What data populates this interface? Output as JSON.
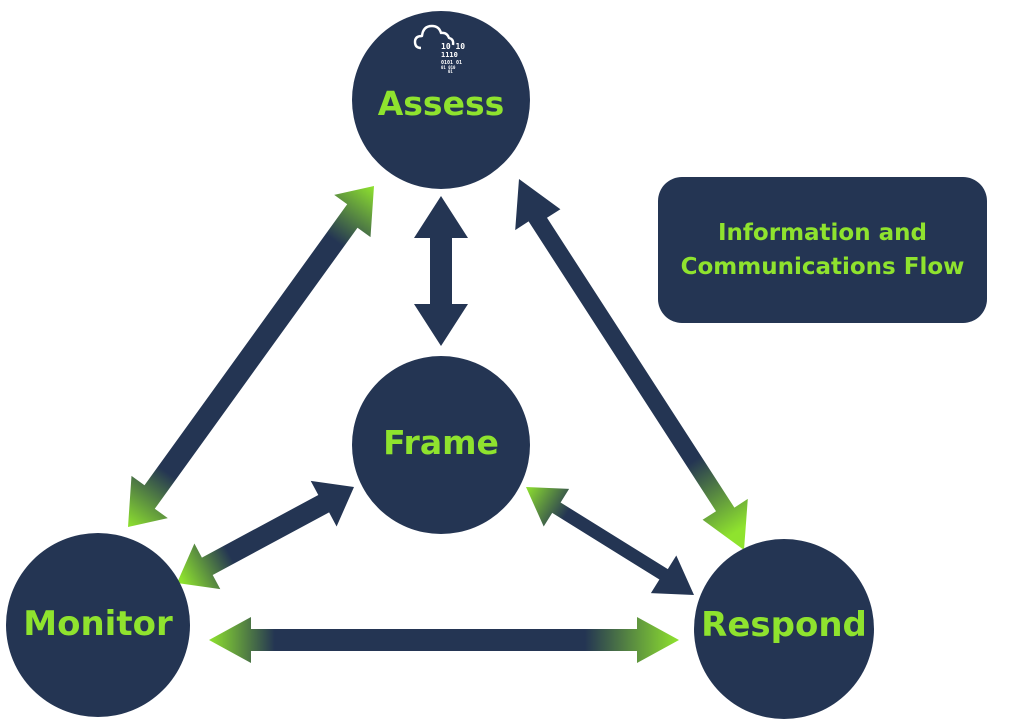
{
  "colors": {
    "node_fill": "#243553",
    "label_text": "#8fe32e",
    "arrow_body": "#243553",
    "arrow_glow": "#8fe32e",
    "background": "#ffffff"
  },
  "nodes": {
    "assess": {
      "label": "Assess",
      "icon": "cloud-data-icon"
    },
    "frame": {
      "label": "Frame"
    },
    "monitor": {
      "label": "Monitor"
    },
    "respond": {
      "label": "Respond"
    }
  },
  "icon_text": {
    "row1": "10 10",
    "row2": "1110",
    "row3": "0101 01",
    "row4": "01  010",
    "row5": "01"
  },
  "info_box": {
    "text": "Information and\nCommunications Flow"
  },
  "arrows": [
    {
      "name": "arrow-assess-frame",
      "from": "assess",
      "to": "frame",
      "heads": "both"
    },
    {
      "name": "arrow-assess-monitor",
      "from": "assess",
      "to": "monitor",
      "heads": "both"
    },
    {
      "name": "arrow-assess-respond",
      "from": "assess",
      "to": "respond",
      "heads": "both"
    },
    {
      "name": "arrow-frame-monitor",
      "from": "frame",
      "to": "monitor",
      "heads": "both"
    },
    {
      "name": "arrow-frame-respond",
      "from": "frame",
      "to": "respond",
      "heads": "both"
    },
    {
      "name": "arrow-monitor-respond",
      "from": "monitor",
      "to": "respond",
      "heads": "both"
    }
  ]
}
